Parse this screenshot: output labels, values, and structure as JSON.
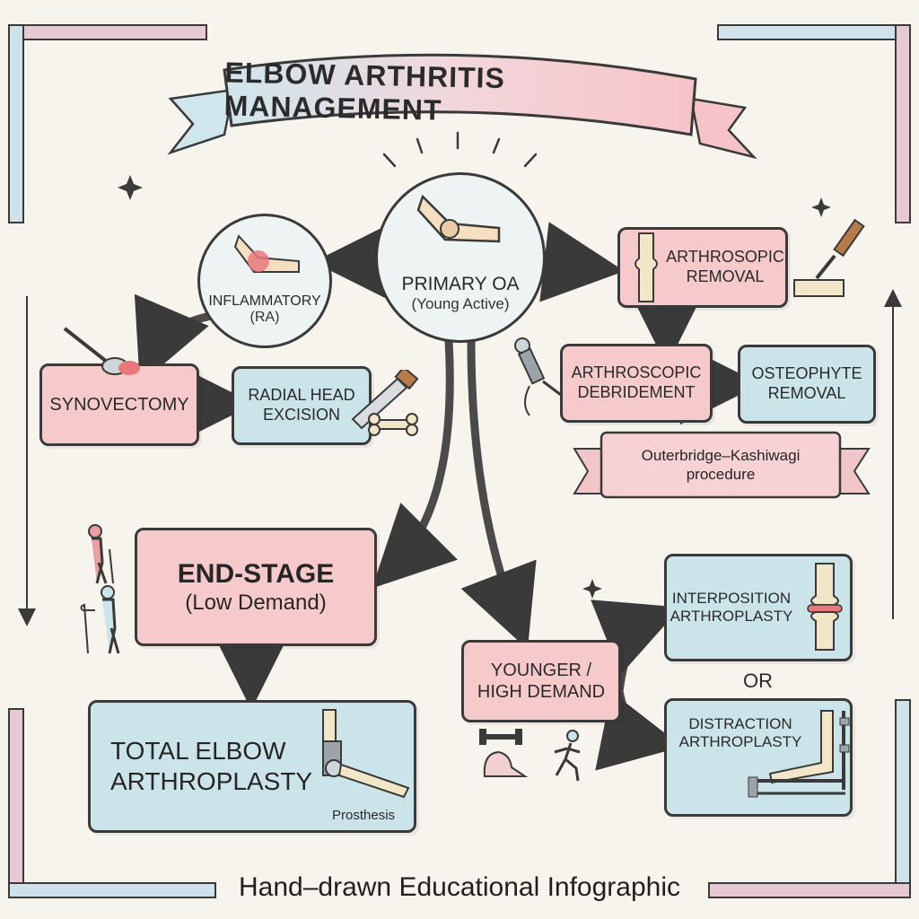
{
  "title": "ELBOW ARTHRITIS MANAGEMENT",
  "nodes": {
    "primary": {
      "line1": "PRIMARY OA",
      "line2": "(Young Active)"
    },
    "inflammatory": {
      "line1": "INFLAMMATORY",
      "line2": "(RA)"
    },
    "synovectomy": {
      "label": "SYNOVECTOMY"
    },
    "radial_head": {
      "line1": "RADIAL HEAD",
      "line2": "EXCISION"
    },
    "arthroscopic_removal": {
      "line1": "ARTHROSOPIC",
      "line2": "REMOVAL"
    },
    "arthroscopic_debridement": {
      "line1": "ARTHROSCOPIC",
      "line2": "DEBRIDEMENT"
    },
    "osteophyte_removal": {
      "line1": "OSTEOPHYTE",
      "line2": "REMOVAL"
    },
    "outerbridge": {
      "line1": "Outerbridge–Kashiwagi",
      "line2": "procedure"
    },
    "end_stage": {
      "line1": "END-STAGE",
      "line2": "(Low Demand)"
    },
    "total_elbow": {
      "line1": "TOTAL ELBOW",
      "line2": "ARTHROPLASTY",
      "note": "Prosthesis"
    },
    "younger": {
      "line1": "YOUNGER /",
      "line2": "HIGH DEMAND"
    },
    "interposition": {
      "line1": "INTERPOSITION",
      "line2": "ARTHROPLASTY"
    },
    "or_text": "OR",
    "distraction": {
      "line1": "DISTRACTION",
      "line2": "ARTHROPLASTY"
    }
  },
  "footer": "Hand–drawn Educational Infographic",
  "colors": {
    "pink": "#f6c9cb",
    "blue": "#cbe4ea",
    "outline": "#3a3a3a",
    "background": "#f7f4ee"
  },
  "icons": [
    "elbow-joint-icon",
    "inflamed-elbow-icon",
    "spoon-tool-icon",
    "saw-icon",
    "bone-icon",
    "knee-joint-icon",
    "chisel-icon",
    "arthroscope-icon",
    "elderly-person-icon",
    "walker-person-icon",
    "elbow-prosthesis-icon",
    "dumbbell-arm-icon",
    "runner-icon",
    "interposition-joint-icon",
    "external-fixator-icon"
  ]
}
